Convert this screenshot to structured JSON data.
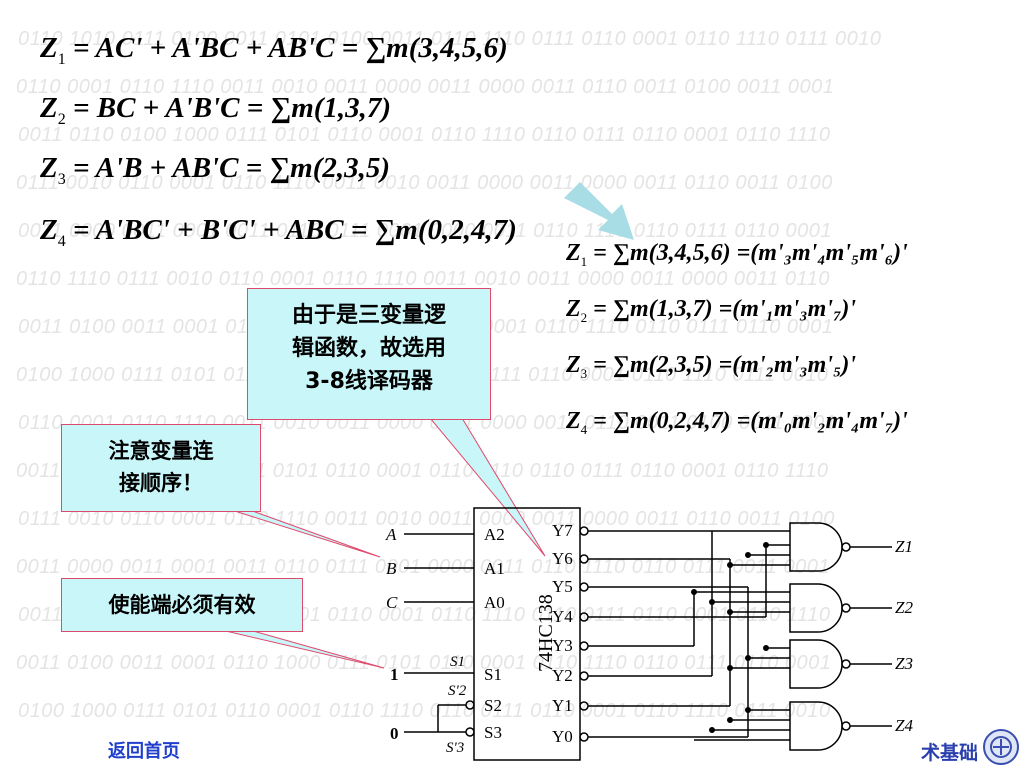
{
  "background_binary_rows": [
    "0110 1010 0111 0100 0011 0101 0100 0011 0110 1110 0111 0110 0001 0110 1110 0111 0010",
    "0110 0001 0110 1110 0011 0010 0011 0000 0011 0000 0011 0110 0011 0100 0011 0001",
    "0011 0110 0100 1000 0111 0101 0110 0001 0110 1110 0110 0111 0110 0001 0110 1110",
    "0111 0010 0110 0001 0110 1110 0011 0010 0011 0000 0011 0000 0011 0110 0011 0100",
    "0011 0000 0011 0001 0011 0110 0111 0001 0000 0011 0110 1110 0110 0111 0110 0001",
    "0110 1110 0111 0010 0110 0001 0110 1110 0011 0010 0011 0000 0011 0000 0011 0110",
    "0011 0100 0011 0001 0110 1000 0111 0101 0110 0001 0110 1110 0110 0111 0110 0001",
    "0100 1000 0111 0101 0110 0001 0110 1110 0110 0111 0110 0001 0110 1110 0111 0010",
    "0110 0001 0110 1110 0011 0010 0011 0000 0011 0000 0011 0110 0011 0100 0011 0001",
    "0011 0110 0100 1000 0111 0101 0110 0001 0110 1110 0110 0111 0110 0001 0110 1110",
    "0111 0010 0110 0001 0110 1110 0011 0010 0011 0000 0011 0000 0011 0110 0011 0100",
    "0011 0000 0011 0001 0011 0110 0111 0001 0000 0011 0110 1110 0110 0111 0011 0001",
    "0011 0110 0100 1000 0111 0101 0110 0001 0110 1110 0110 0111 0110 0001 0110 1110",
    "0011 0100 0011 0001 0110 1000 0111 0101 0110 0001 0110 1110 0110 0111 0110 0001",
    "0100 1000 0111 0101 0110 0001 0110 1110 0110 0111 0110 0001 0110 1110 0111 0010"
  ],
  "equations_left": [
    {
      "lhs": "Z",
      "sub": "1",
      "expr": "= AC' + A'BC + AB'C = ∑m(3,4,5,6)"
    },
    {
      "lhs": "Z",
      "sub": "2",
      "expr": "= BC + A'B'C = ∑m(1,3,7)"
    },
    {
      "lhs": "Z",
      "sub": "3",
      "expr": "= A'B + AB'C = ∑m(2,3,5)"
    },
    {
      "lhs": "Z",
      "sub": "4",
      "expr": "= A'BC' + B'C' + ABC = ∑m(0,2,4,7)"
    }
  ],
  "equations_right": [
    {
      "lhs": "Z",
      "sub": "1",
      "expr": "= ∑m(3,4,5,6) =(m'₃m'₄m'₅m'₆)'"
    },
    {
      "lhs": "Z",
      "sub": "2",
      "expr": "= ∑m(1,3,7) =(m'₁m'₃m'₇)'"
    },
    {
      "lhs": "Z",
      "sub": "3",
      "expr": "= ∑m(2,3,5) =(m'₂m'₃m'₅)'"
    },
    {
      "lhs": "Z",
      "sub": "4",
      "expr": "= ∑m(0,2,4,7) =(m'₀m'₂m'₄m'₇)'"
    }
  ],
  "callouts": {
    "decoder_choice": [
      "由于是三变量逻",
      "辑函数，故选用",
      "3-8线译码器"
    ],
    "variable_order": [
      "注意变量连",
      "接顺序！"
    ],
    "enable_valid": [
      "使能端必须有效"
    ]
  },
  "circuit": {
    "chip_name": "74HC138",
    "inputs": [
      "A",
      "B",
      "C"
    ],
    "input_pins": [
      "A2",
      "A1",
      "A0"
    ],
    "enable_pins": [
      "S1",
      "S2",
      "S3"
    ],
    "enable_labels": [
      "S1",
      "S'2",
      "S'3"
    ],
    "enable_values": [
      "1",
      "0"
    ],
    "output_pins": [
      "Y7",
      "Y6",
      "Y5",
      "Y4",
      "Y3",
      "Y2",
      "Y1",
      "Y0"
    ],
    "outputs": [
      "Z1",
      "Z2",
      "Z3",
      "Z4"
    ]
  },
  "colors": {
    "callout_fill": "#c9f7f9",
    "callout_border": "#e04a6a",
    "arrow": "#a9dde6",
    "nav_link": "#1f3fcc"
  },
  "nav": {
    "back_home": "返回首页"
  },
  "footer": {
    "course_title": "术基础"
  }
}
